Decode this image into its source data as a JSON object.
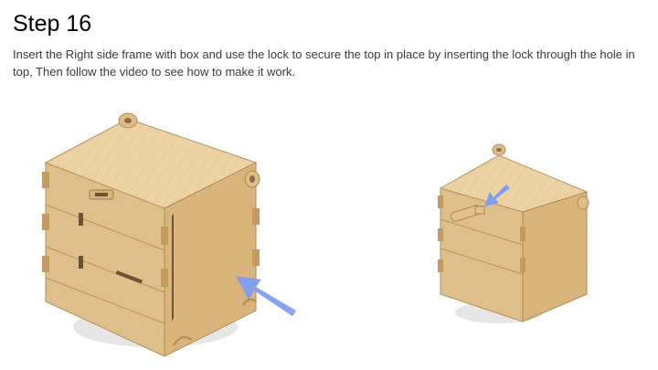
{
  "slide": {
    "title": "Step 16",
    "instruction": "Insert the Right side frame with box and use the lock to secure the top in place by inserting the lock through the hole in top, Then follow the video to see how to make it work."
  },
  "colors": {
    "wood_top": "#e8cf9e",
    "wood_side": "#dcbd88",
    "wood_front": "#d9b57c",
    "wood_edge": "#c49a5e",
    "slot_dark": "#6a5338",
    "arrow_blue": "#7f9df2",
    "shadow": "#e3e3e3"
  },
  "figures": {
    "left": {
      "icon": "box-with-side-frame-insert",
      "arrow": "blue-arrow-pointing-up-left"
    },
    "right": {
      "icon": "box-with-lock-inserted",
      "arrow": "blue-arrow-pointing-down-left"
    }
  }
}
